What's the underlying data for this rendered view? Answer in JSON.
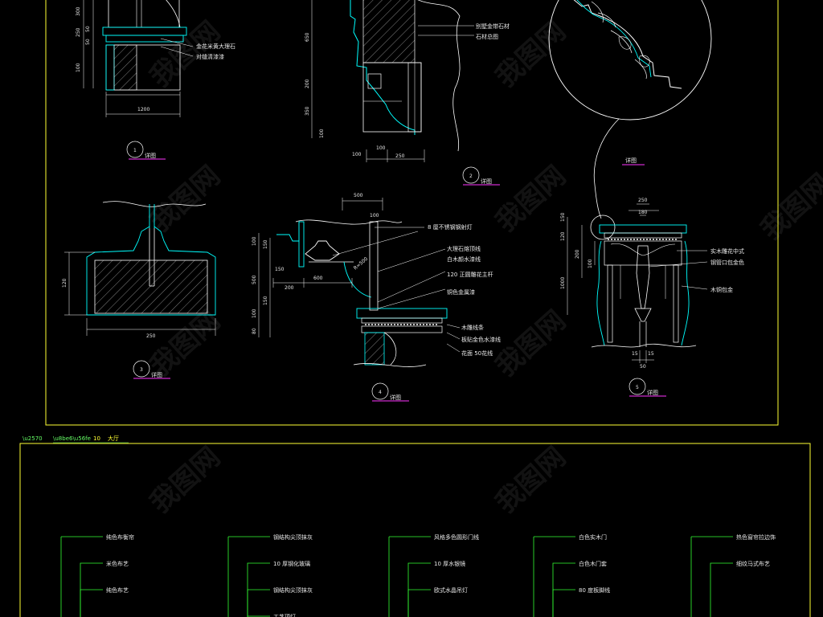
{
  "sheet_title": "大厅",
  "sheet_no": "10",
  "watermark": "我图网",
  "colors": {
    "background": "#000000",
    "frame": "#ffff33",
    "outline": "#00ffff",
    "detail": "#ffffff",
    "leader": "#33ff33",
    "underline": "#ff33ff"
  },
  "details": [
    {
      "no": "1",
      "name": "详图"
    },
    {
      "no": "2",
      "name": "详图"
    },
    {
      "no": "3",
      "name": "详图"
    },
    {
      "no": "4",
      "name": "详图"
    },
    {
      "no": "5",
      "name": "详图"
    },
    {
      "no": "",
      "name": "详图"
    }
  ],
  "detail1": {
    "dims": [
      "300",
      "250",
      "50",
      "50",
      "100",
      "1200"
    ],
    "callouts": [
      "金花米黄大理石",
      "对缝清漆漆"
    ]
  },
  "detail2": {
    "dims": [
      "650",
      "200",
      "350",
      "100",
      "100",
      "100",
      "250"
    ],
    "callouts": [
      "别墅金带石材",
      "石材总图"
    ]
  },
  "detail3": {
    "dims": [
      "120",
      "250"
    ]
  },
  "detail4": {
    "dims": [
      "500",
      "100",
      "100",
      "150",
      "500",
      "150",
      "100",
      "80",
      "150",
      "200",
      "600"
    ],
    "radius": "R=500",
    "callouts": [
      "8 厘不锈钢钢射灯",
      "大理石熔顶线",
      "白木颜水漆线",
      "120 正圆雕花主杆",
      "铜色金属漆",
      "木雕线条",
      "板贴金色水漆线",
      "花面 50花线"
    ]
  },
  "detail5": {
    "dims": [
      "250",
      "180",
      "150",
      "120",
      "200",
      "100",
      "1000",
      "15",
      "15",
      "50"
    ],
    "callouts": [
      "实木雕花中式",
      "钢管口包金色",
      "木铜包金"
    ]
  },
  "legend": {
    "columns": [
      [
        "纯色布衡帘",
        "米色布艺",
        "纯色布艺"
      ],
      [
        "钢结构尖顶抹灰",
        "10 厚钢化玻璃",
        "钢结构尖顶抹灰",
        "工艺顶灯"
      ],
      [
        "风格多色圆形门线",
        "10 厚水银镜",
        "欧式水晶吊灯"
      ],
      [
        "白色实木门",
        "白色木门套",
        "80 度板脚线"
      ],
      [
        "热色窗帘拉边饰",
        "细纹马式布艺"
      ]
    ]
  }
}
